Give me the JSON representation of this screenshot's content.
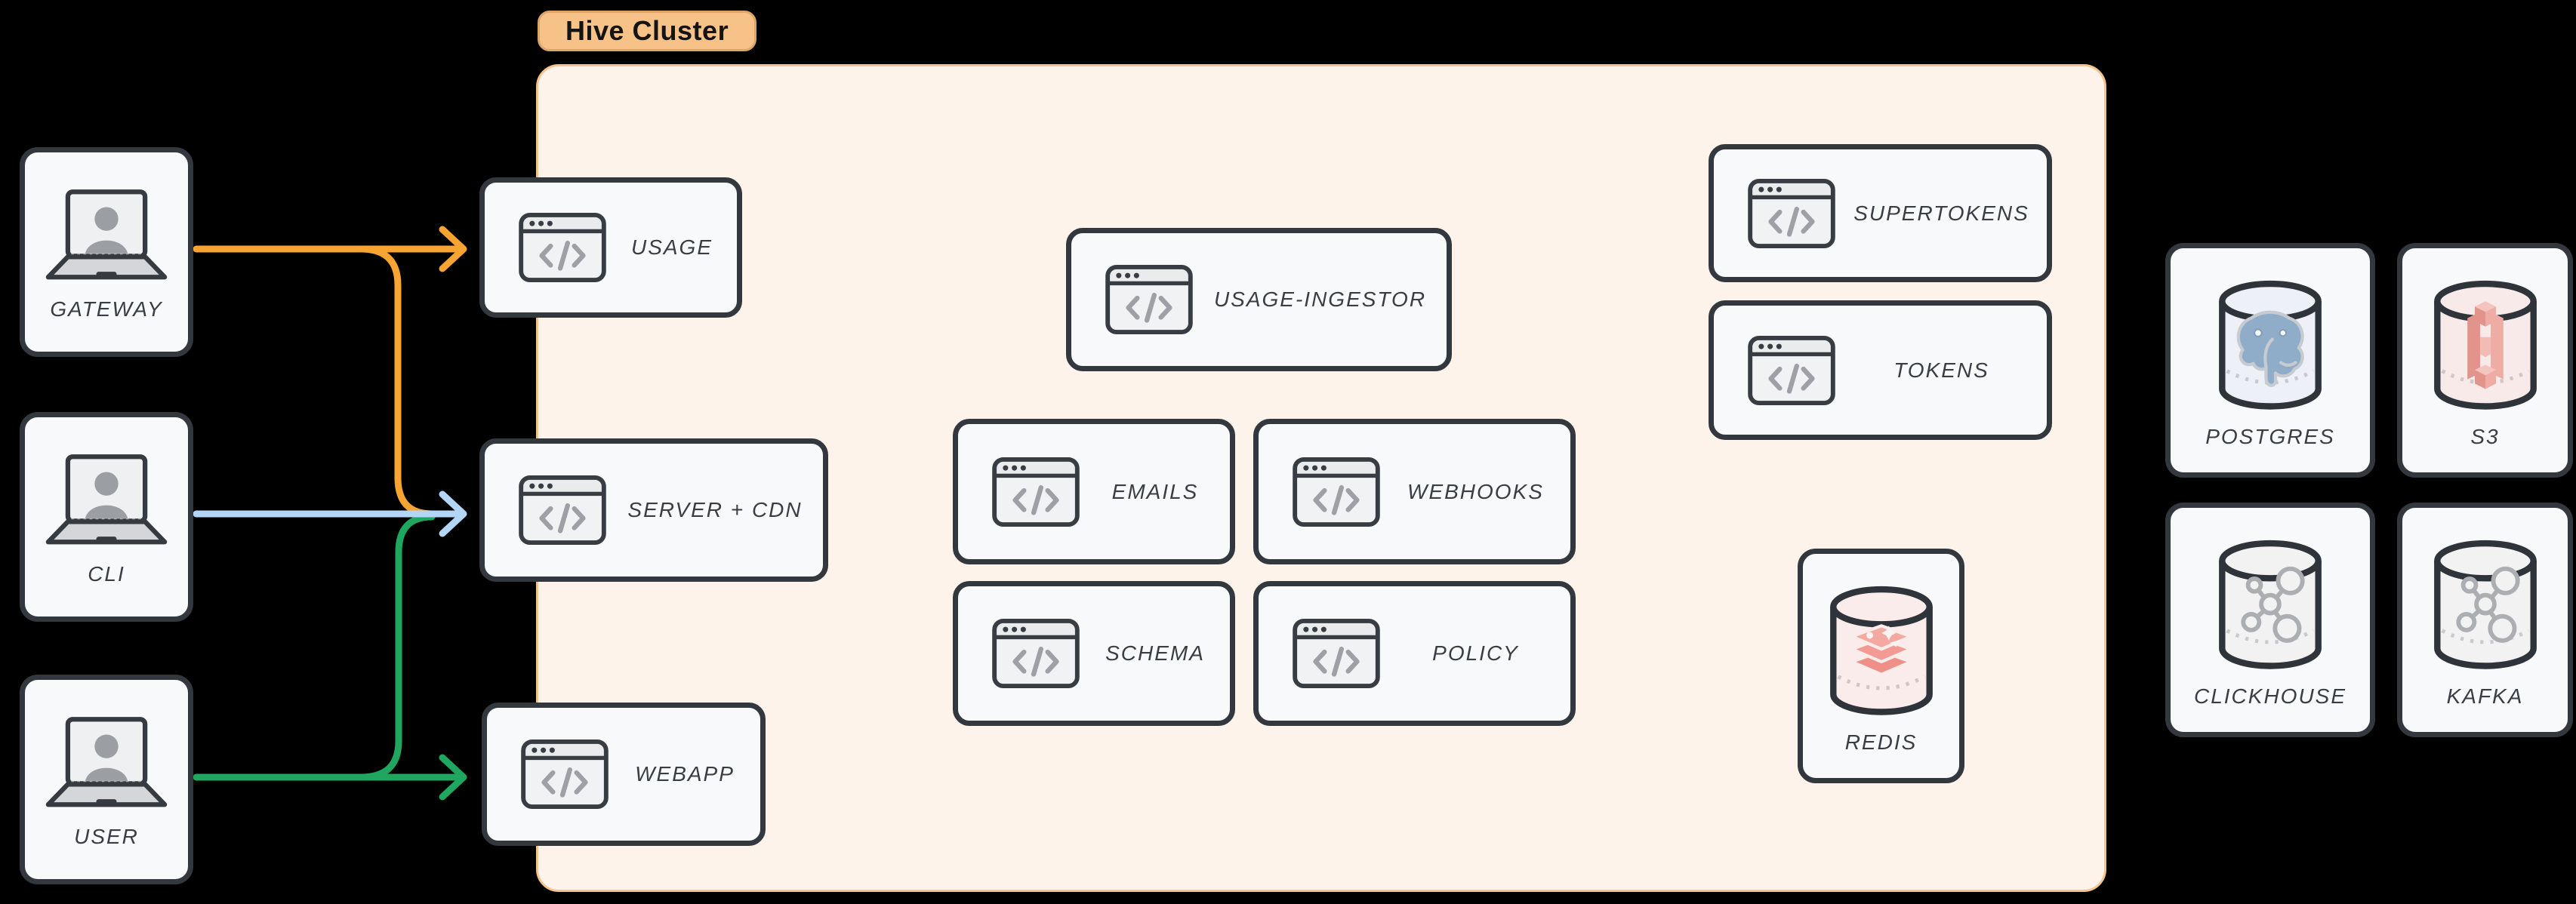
{
  "cluster": {
    "badge_label": "Hive Cluster",
    "fill": "#FDF3EB",
    "border": "#F5C48D",
    "badge_fill": "#F6C287"
  },
  "clients": [
    {
      "id": "gateway",
      "label": "GATEWAY"
    },
    {
      "id": "cli",
      "label": "CLI"
    },
    {
      "id": "user",
      "label": "USER"
    }
  ],
  "services": [
    {
      "id": "usage",
      "label": "USAGE"
    },
    {
      "id": "server-cdn",
      "label": "SERVER + CDN"
    },
    {
      "id": "webapp",
      "label": "WEBAPP"
    },
    {
      "id": "usage-ingestor",
      "label": "USAGE-INGESTOR"
    },
    {
      "id": "emails",
      "label": "EMAILS"
    },
    {
      "id": "webhooks",
      "label": "WEBHOOKS"
    },
    {
      "id": "schema",
      "label": "SCHEMA"
    },
    {
      "id": "policy",
      "label": "POLICY"
    },
    {
      "id": "supertokens",
      "label": "SUPERTOKENS"
    },
    {
      "id": "tokens",
      "label": "TOKENS"
    }
  ],
  "datastores": [
    {
      "id": "redis",
      "label": "REDIS",
      "icon": "redis-database-icon"
    },
    {
      "id": "postgres",
      "label": "POSTGRES",
      "icon": "postgres-database-icon"
    },
    {
      "id": "s3",
      "label": "S3",
      "icon": "s3-database-icon"
    },
    {
      "id": "clickhouse",
      "label": "CLICKHOUSE",
      "icon": "network-database-icon"
    },
    {
      "id": "kafka",
      "label": "KAFKA",
      "icon": "network-database-icon"
    }
  ],
  "edges": [
    {
      "from": "GATEWAY",
      "to": "USAGE",
      "color": "#F7A433"
    },
    {
      "from": "GATEWAY",
      "to": "SERVER + CDN",
      "color": "#F7A433"
    },
    {
      "from": "CLI",
      "to": "SERVER + CDN",
      "color": "#B3D6F7"
    },
    {
      "from": "USER",
      "to": "SERVER + CDN",
      "color": "#1FA65F"
    },
    {
      "from": "USER",
      "to": "WEBAPP",
      "color": "#1FA65F"
    }
  ],
  "colors": {
    "background": "#000000",
    "node_fill": "#F8F9FA",
    "node_border": "#33383E",
    "label": "#393E44",
    "arrow_orange": "#F7A433",
    "arrow_blue": "#B3D6F7",
    "arrow_green": "#1FA65F"
  },
  "icons": {
    "laptop-user-icon": "laptop with person silhouette",
    "code-window-icon": "browser window with </> code glyph",
    "postgres-database-icon": "cylinder with postgresql elephant",
    "s3-database-icon": "cylinder with s3 blocks",
    "redis-database-icon": "cylinder with redis stack",
    "network-database-icon": "cylinder with connected nodes"
  }
}
